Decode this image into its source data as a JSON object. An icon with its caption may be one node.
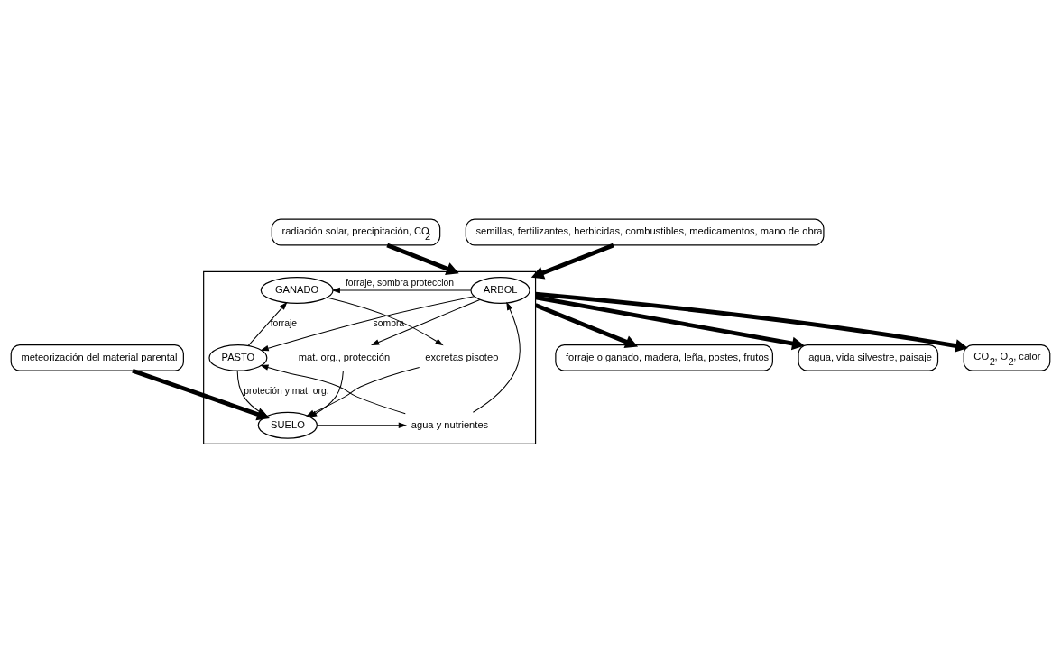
{
  "diagram": {
    "nodes": [
      {
        "text": [],
        "shape": "box"
      },
      {
        "text": [
          "radiación solar, precipitación, CO$_{2}$"
        ]
      },
      {
        "text": [
          "semillas, fertilizantes, herbicidas, combustibles, medicamentos, mano de obra"
        ]
      },
      {
        "text": [
          "ARBOL"
        ],
        "in": 0
      },
      {
        "text": [
          "GANADO"
        ],
        "in": 0
      },
      {
        "text": [
          "PASTO"
        ],
        "in": 0
      },
      {
        "text": [
          "mat. org., protección"
        ],
        "in": 0
      },
      {
        "text": [
          "agua y nutrientes"
        ],
        "in": 0
      },
      {
        "text": [
          "excretas pisoteo"
        ],
        "in": 0
      },
      {
        "text": [
          "SUELO"
        ],
        "in": 0
      },
      {
        "text": [
          "forraje o ganado, madera, leña, postes, frutos"
        ]
      },
      {
        "text": [
          "agua, vida silvestre, paisaje"
        ]
      },
      {
        "text": [
          "CO$_{2}$, O$_{2}$, calor"
        ]
      },
      {
        "text": [
          "meteorización del material parental"
        ]
      }
    ],
    "edges": [
      {
        "from": 1,
        "to": 0,
        "arrow": "to",
        "style": "thick"
      },
      {
        "from": 2,
        "to": 0,
        "arrow": "to",
        "style": "thick"
      },
      {
        "from": 3,
        "to": 4,
        "arrow": "to",
        "label": "forraje, sombra proteccion"
      },
      {
        "from": 3,
        "to": 5,
        "arrow": "to",
        "label": "sombra"
      },
      {
        "from": 5,
        "to": 4,
        "arrow": "to",
        "label": "forraje"
      },
      {
        "from": 3,
        "to": 6,
        "arrow": "to"
      },
      {
        "from": 7,
        "to": 3,
        "arrow": "to"
      },
      {
        "from": 7,
        "to": 5,
        "arrow": "to"
      },
      {
        "from": 4,
        "to": 8,
        "arrow": "to"
      },
      {
        "from": 5,
        "to": 9,
        "arrow": "to",
        "label": "proteción y mat. org."
      },
      {
        "from": 9,
        "to": 7,
        "arrow": "to"
      },
      {
        "from": 8,
        "to": 9,
        "arrow": "to"
      },
      {
        "from": 6,
        "to": 9,
        "arrow": "to"
      },
      {
        "from": 0,
        "to": 10,
        "arrow": "to",
        "style": "thick"
      },
      {
        "from": 0,
        "to": 11,
        "arrow": "to",
        "style": "thick"
      },
      {
        "from": 0,
        "to": 12,
        "arrow": "to",
        "style": "thick"
      },
      {
        "from": 13,
        "to": 9,
        "arrow": "to",
        "style": "thick"
      }
    ]
  }
}
